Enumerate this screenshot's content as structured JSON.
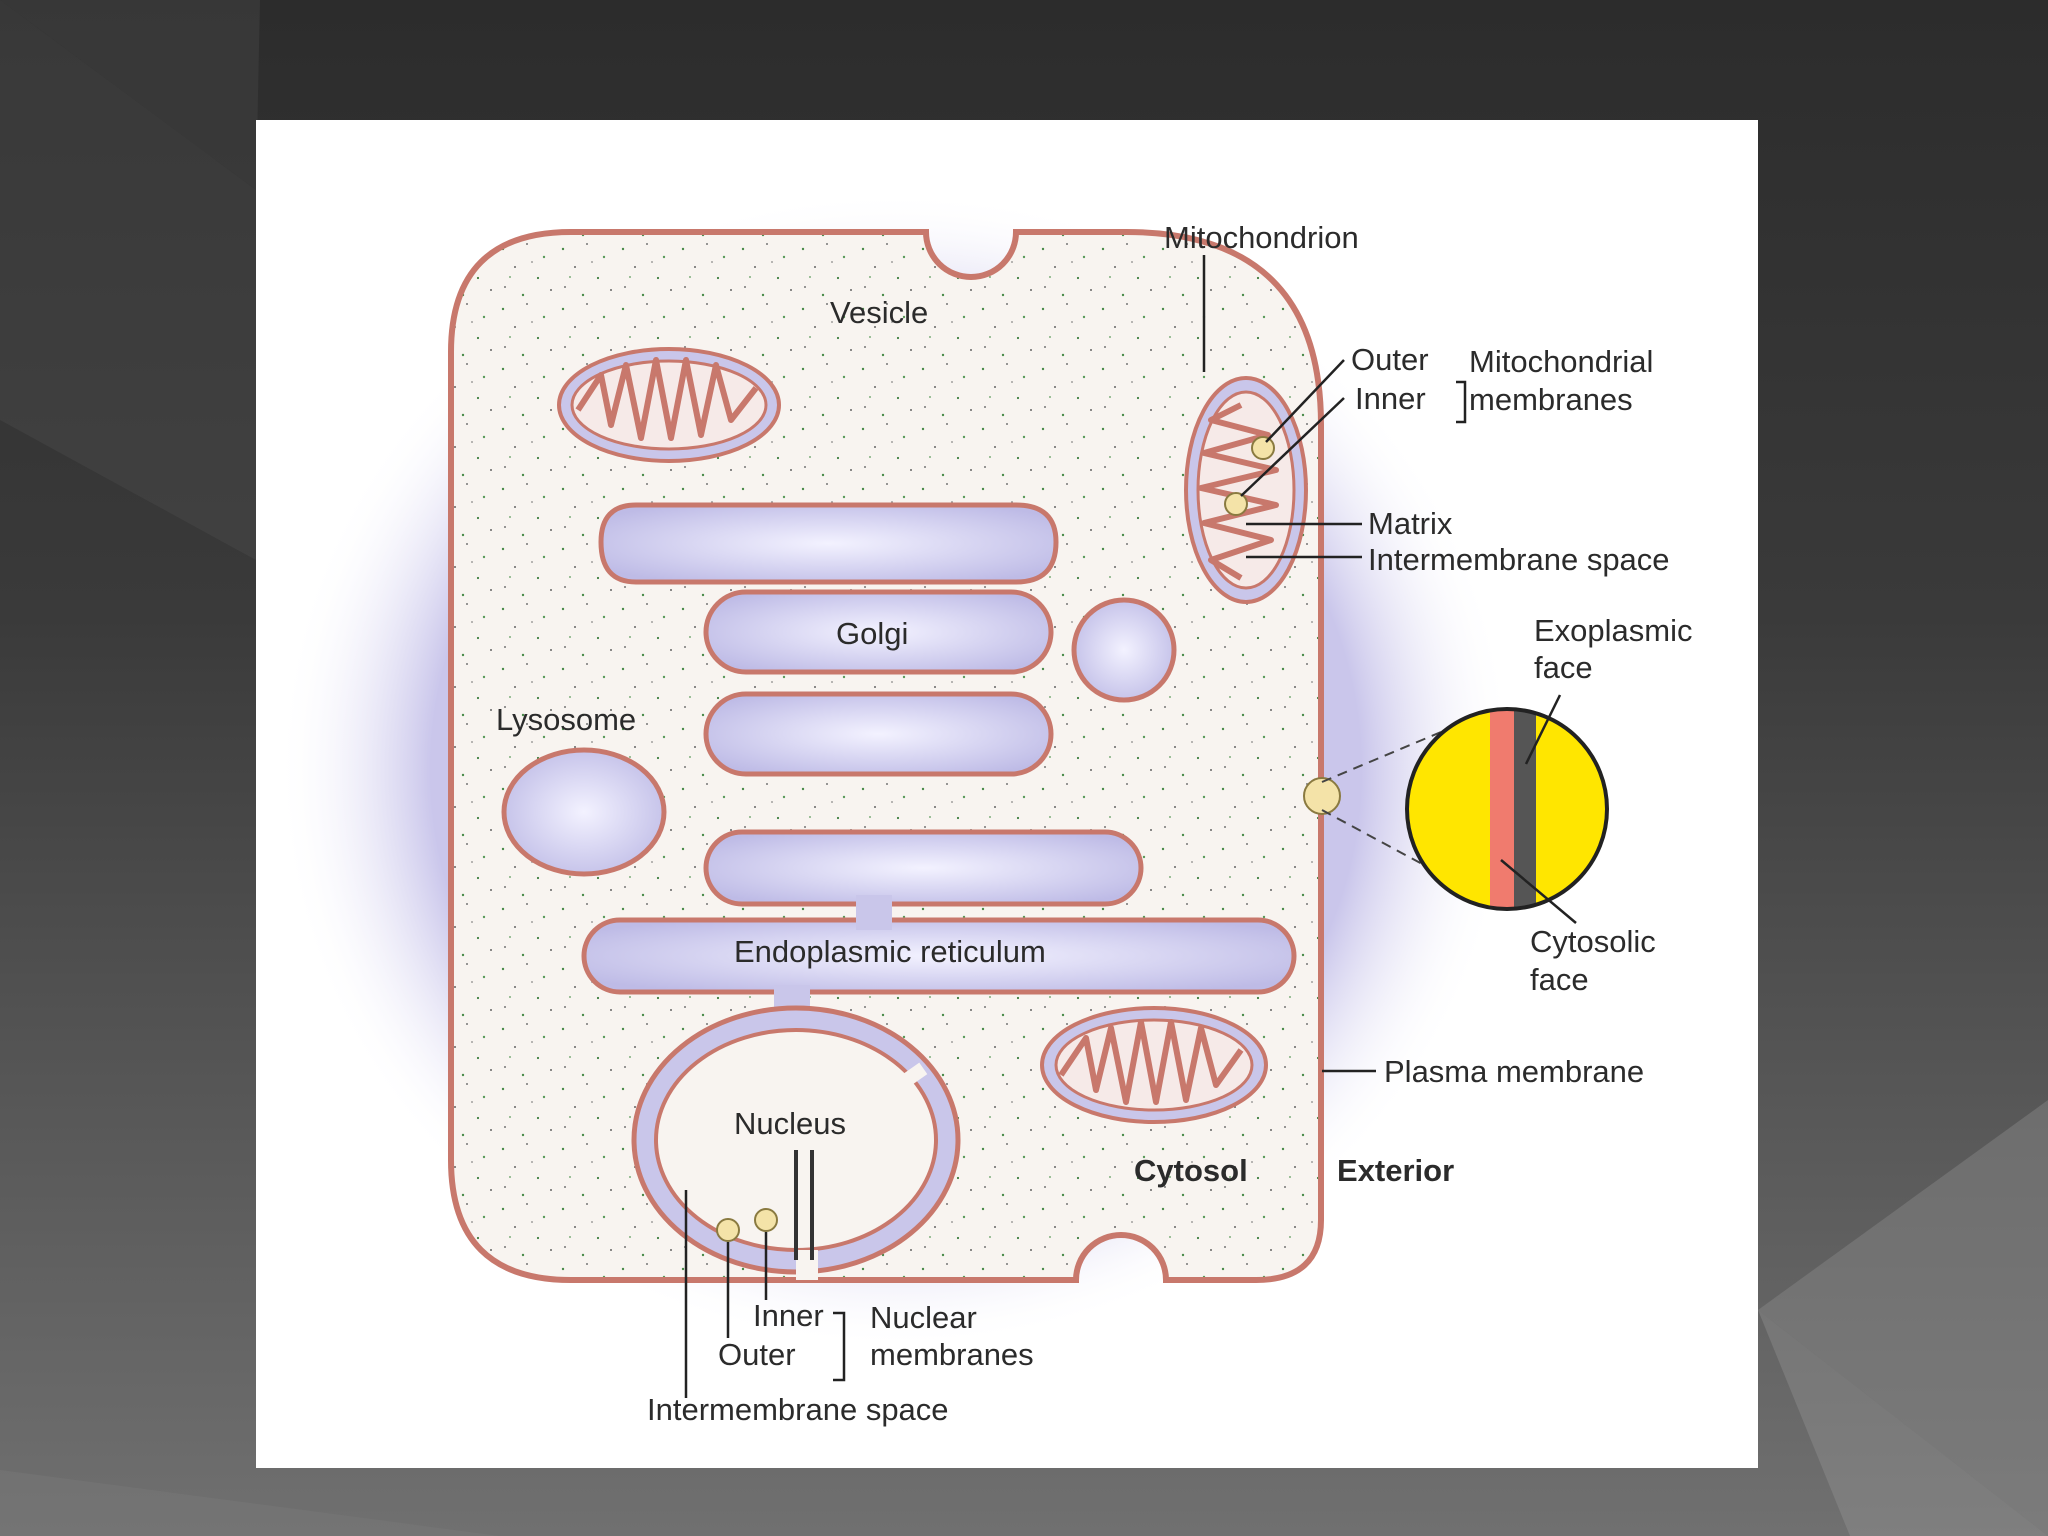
{
  "colors": {
    "slide_background": "#2f2f2f",
    "membrane": "#c8786c",
    "lumen": "#c9c6ea",
    "cytosol": "#f7f3ef",
    "halo": "#c7c3ea",
    "exoplasmic_leaflet": "#555555",
    "cytosolic_leaflet": "#f07b6e",
    "outside_yellow": "#ffe600",
    "marker_circle": "#f4e3a8"
  },
  "labels": {
    "mitochondrion": "Mitochondrion",
    "vesicle": "Vesicle",
    "outer": "Outer",
    "inner": "Inner",
    "mitochondrial": "Mitochondrial",
    "membranes": "membranes",
    "matrix": "Matrix",
    "intermembrane_space": "Intermembrane space",
    "exoplasmic": "Exoplasmic",
    "face": "face",
    "golgi": "Golgi",
    "lysosome": "Lysosome",
    "endoplasmic_reticulum": "Endoplasmic reticulum",
    "cytosolic": "Cytosolic",
    "plasma_membrane": "Plasma membrane",
    "nucleus": "Nucleus",
    "cytosol": "Cytosol",
    "exterior": "Exterior",
    "nuclear_inner": "Inner",
    "nuclear_outer": "Outer",
    "nuclear": "Nuclear",
    "nuclear_membranes": "membranes",
    "nuclear_intermembrane_space": "Intermembrane space"
  }
}
